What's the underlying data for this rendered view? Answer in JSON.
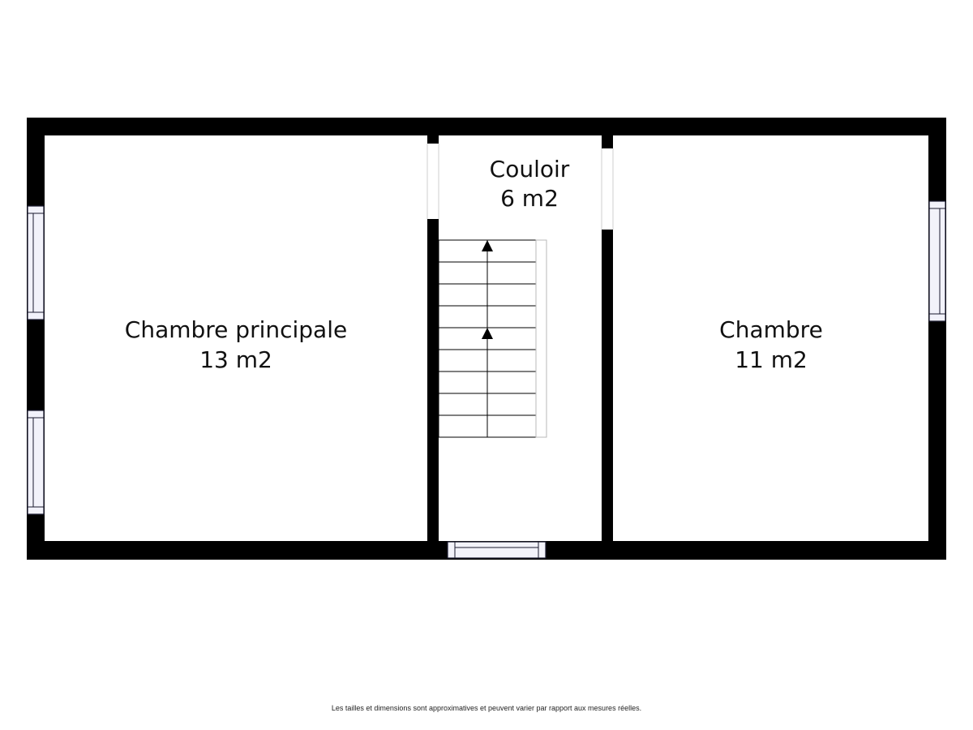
{
  "colors": {
    "wall": "#000000",
    "floor": "#ffffff",
    "window_frame": "#1a1a2e",
    "window_fill": "#f2f2fa",
    "stair_line": "#000000",
    "rail": "#b8b8b8"
  },
  "rooms": {
    "master": {
      "name": "Chambre principale",
      "area": "13 m2"
    },
    "corridor": {
      "name": "Couloir",
      "area": "6 m2"
    },
    "bedroom": {
      "name": "Chambre",
      "area": "11 m2"
    }
  },
  "stairs": {
    "step_count": 9,
    "direction": "up",
    "arrows": 2,
    "icon": "arrow-up-icon"
  },
  "disclaimer": "Les tailles et dimensions sont approximatives et peuvent varier par rapport aux mesures réelles."
}
